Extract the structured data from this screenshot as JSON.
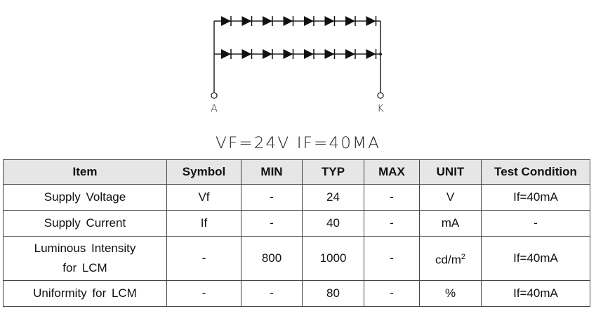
{
  "diagram": {
    "anode_label": "A",
    "cathode_label": "K",
    "rows": 2,
    "diodes_per_row": 8,
    "formula": "VF=24V IF=40MA"
  },
  "table": {
    "headers": [
      "Item",
      "Symbol",
      "MIN",
      "TYP",
      "MAX",
      "UNIT",
      "Test Condition"
    ],
    "rows": [
      {
        "item": "Supply Voltage",
        "item2": "",
        "symbol": "Vf",
        "min": "-",
        "typ": "24",
        "max": "-",
        "unit": "V",
        "unit_sup": "",
        "cond": "If=40mA"
      },
      {
        "item": "Supply Current",
        "item2": "",
        "symbol": "If",
        "min": "-",
        "typ": "40",
        "max": "-",
        "unit": "mA",
        "unit_sup": "",
        "cond": "-"
      },
      {
        "item": "Luminous Intensity",
        "item2": "for LCM",
        "symbol": "-",
        "min": "800",
        "typ": "1000",
        "max": "-",
        "unit": "cd/m",
        "unit_sup": "2",
        "cond": "If=40mA"
      },
      {
        "item": "Uniformity for LCM",
        "item2": "",
        "symbol": "-",
        "min": "-",
        "typ": "80",
        "max": "-",
        "unit": "%",
        "unit_sup": "",
        "cond": "If=40mA"
      }
    ]
  }
}
